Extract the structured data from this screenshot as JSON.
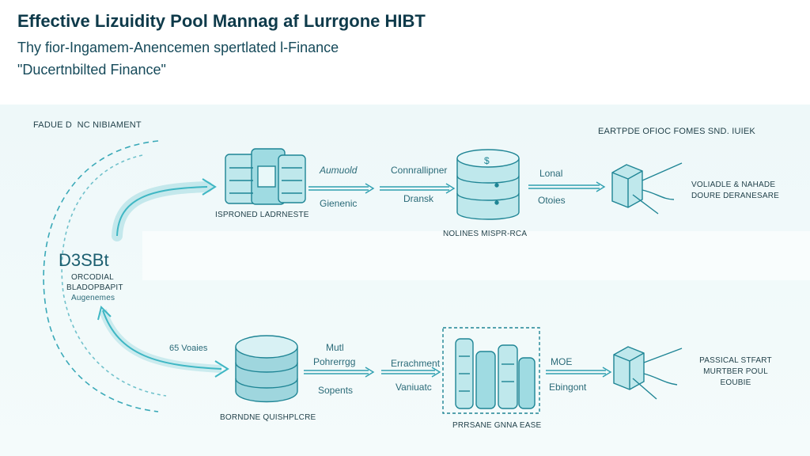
{
  "header": {
    "title": "Effective Lizuidity Pool Mannag af Lurrgone HIBT",
    "subtitle": "Thy fior-Ingamem-Anencemen spertlated l-Finance",
    "subtitle2": "\"Ducertnbilted Finance\""
  },
  "left": {
    "top_label": "FADUE D  NC NIBIAMENT",
    "center_title": "D3SBt",
    "center_line1": "ORCODIAL",
    "center_line2": "BLADOPBAPIT",
    "center_line3": "Augenemes"
  },
  "top_row": {
    "node1_label": "ISPRONED LADRNESTE",
    "label_a": "Aumuold",
    "label_b": "Gienenic",
    "label_c": "Connrallipner",
    "label_d": "Dransk",
    "node2_label": "NOLINES MISPR-RCA",
    "label_e": "Lonal",
    "label_f": "Otoies",
    "right_top_label": "EARTPDE OFIOC FOMES SND. IUIEK",
    "right_label_1": "VOLIADLE & NAHADE",
    "right_label_2": "DOURE DERANESARE"
  },
  "bottom_row": {
    "arrow_label": "65 Voaies",
    "node1_label": "BORNDNE QUISHPLCRE",
    "label_a": "Mutl",
    "label_b": "Pohrerrgg",
    "label_c": "Sopents",
    "label_d": "Errachment",
    "label_e": "Vaniuatc",
    "node2_label": "PRRSANE GNNA EASE",
    "label_f": "MOE",
    "label_g": "Ebingont",
    "right_label_1": "PASSICAL STFART",
    "right_label_2": "MURTBER POUL",
    "right_label_3": "EOUBIE"
  },
  "colors": {
    "teal": "#3fb7c4",
    "teal_dark": "#1f8595",
    "fill": "#bfe8ec"
  }
}
